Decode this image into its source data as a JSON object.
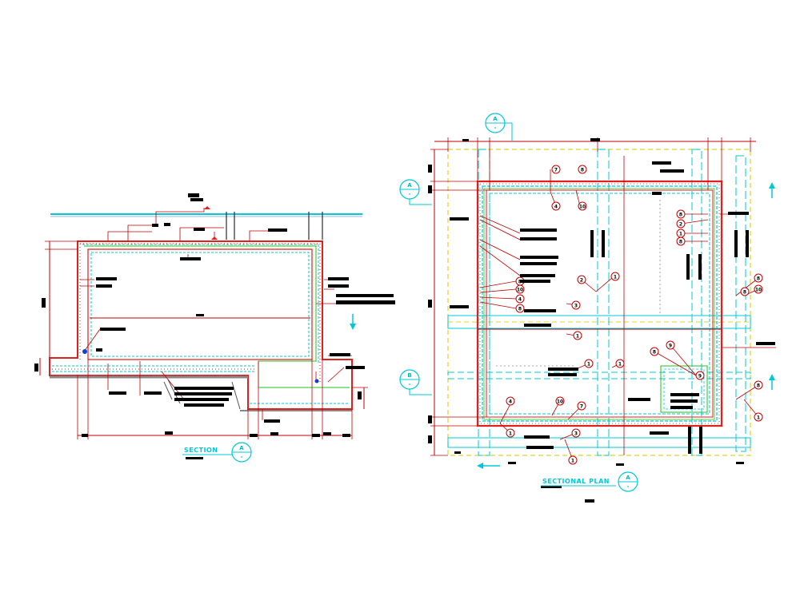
{
  "drawing": {
    "section_title": "SECTION",
    "plan_title": "SECTIONAL PLAN",
    "section_marker": {
      "top": "A",
      "bottom": "-"
    },
    "plan_marker": {
      "top": "A",
      "bottom": "-"
    },
    "plan_top_marker": {
      "top": "A",
      "bottom": "-"
    },
    "plan_left_marker_1": {
      "top": "A",
      "bottom": "-"
    },
    "plan_left_marker_2": {
      "top": "B",
      "bottom": "-"
    }
  },
  "plan_callouts": [
    {
      "label": "7"
    },
    {
      "label": "8"
    },
    {
      "label": "4"
    },
    {
      "label": "10"
    },
    {
      "label": "8"
    },
    {
      "label": "10"
    },
    {
      "label": "4"
    },
    {
      "label": "8"
    },
    {
      "label": "2"
    },
    {
      "label": "1"
    },
    {
      "label": "3"
    },
    {
      "label": "1"
    },
    {
      "label": "1"
    },
    {
      "label": "1"
    },
    {
      "label": "4"
    },
    {
      "label": "10"
    },
    {
      "label": "7"
    },
    {
      "label": "8"
    },
    {
      "label": "2"
    },
    {
      "label": "1"
    },
    {
      "label": "8"
    },
    {
      "label": "9"
    },
    {
      "label": "8"
    },
    {
      "label": "8"
    },
    {
      "label": "10"
    },
    {
      "label": "8"
    },
    {
      "label": "1"
    },
    {
      "label": "1"
    },
    {
      "label": "3"
    },
    {
      "label": "1"
    },
    {
      "label": "9"
    },
    {
      "label": "8"
    }
  ],
  "colors": {
    "concrete": "#e0201c",
    "rebar": "#00c8d8",
    "hidden": "#d8d820",
    "finish": "#20c020",
    "dimension": "#c00000",
    "grid": "#00c8d8"
  }
}
